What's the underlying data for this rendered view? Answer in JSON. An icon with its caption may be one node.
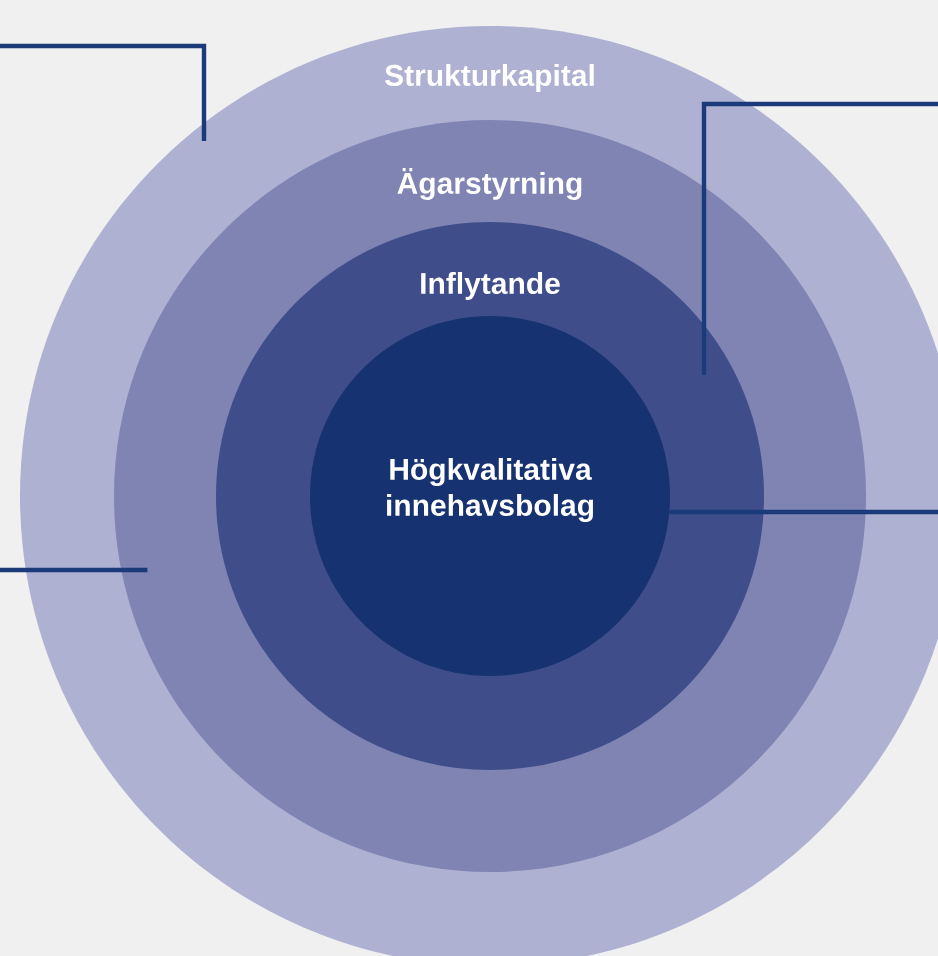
{
  "diagram": {
    "nodes": [
      {
        "text": [
          "Strukturkapital"
        ]
      },
      {
        "text": [
          "Ägarstyrning"
        ],
        "in": 0
      },
      {
        "text": [
          "Inflytande"
        ],
        "in": 1
      },
      {
        "text": [
          "Högkvalitativa innehavsbolag"
        ],
        "in": 2
      }
    ],
    "edges": [
      {
        "from": null,
        "to": 0,
        "arrow": "none"
      },
      {
        "from": null,
        "to": 2,
        "arrow": "none"
      },
      {
        "from": null,
        "to": 1,
        "arrow": "none"
      },
      {
        "from": null,
        "to": 3,
        "arrow": "none"
      }
    ]
  }
}
